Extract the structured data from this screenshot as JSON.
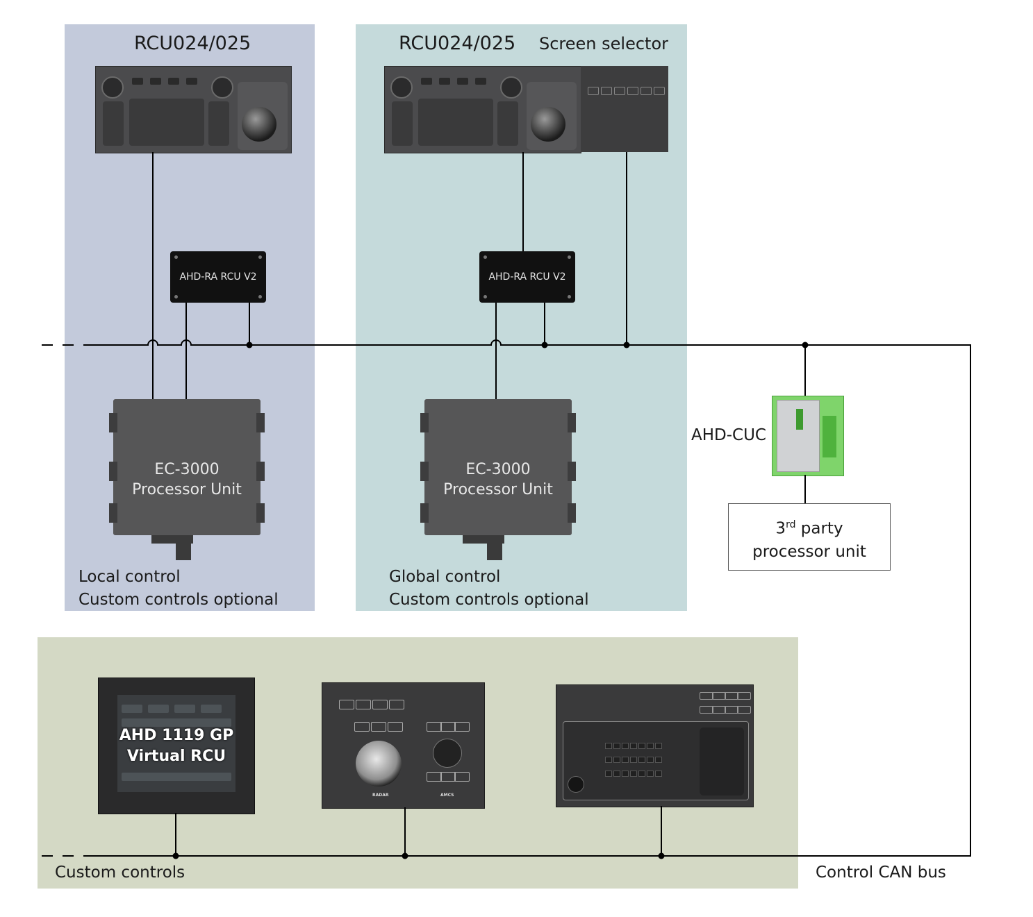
{
  "zones": {
    "local": {
      "title": "RCU024/025",
      "note_line1": "Local control",
      "note_line2": "Custom controls optional",
      "interface_label": "AHD-RA RCU V2",
      "processor_line1": "EC-3000",
      "processor_line2": "Processor Unit"
    },
    "global": {
      "title": "RCU024/025",
      "selector_label": "Screen selector",
      "note_line1": "Global control",
      "note_line2": "Custom controls optional",
      "interface_label": "AHD-RA RCU V2",
      "processor_line1": "EC-3000",
      "processor_line2": "Processor Unit"
    },
    "custom": {
      "label": "Custom controls",
      "virtual_line1": "AHD 1119 GP",
      "virtual_line2": "Virtual RCU",
      "radar_caption": "RADAR",
      "amcs_caption": "AMCS"
    }
  },
  "cuc": {
    "label": "AHD-CUC",
    "third_party_base": "3",
    "third_party_sup": "rd",
    "third_party_rest": " party",
    "third_party_line2": "processor unit"
  },
  "bus_label": "Control CAN bus",
  "colors": {
    "local_zone": "#c3cadb",
    "global_zone": "#c5dadb",
    "custom_zone": "#d4d9c5",
    "cuc_green": "#7fd46b"
  }
}
